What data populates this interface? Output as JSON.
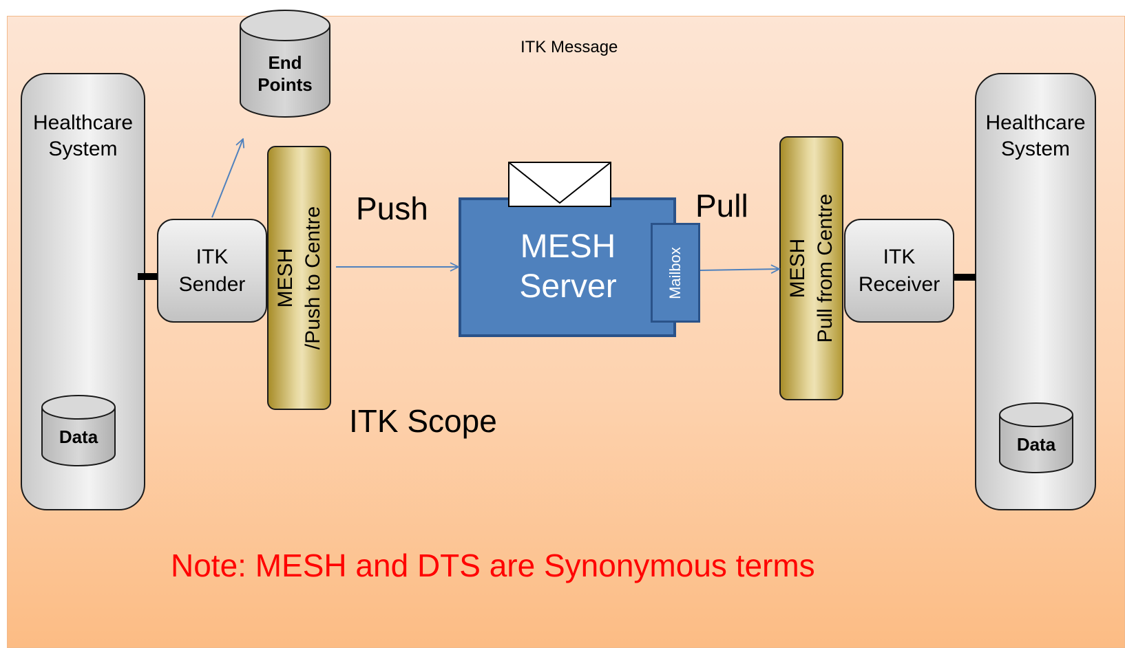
{
  "caption": "ITK Message",
  "left_system": {
    "label": "Healthcare\nSystem",
    "data_label": "Data"
  },
  "right_system": {
    "label": "Healthcare\nSystem",
    "data_label": "Data"
  },
  "end_points": {
    "line1": "End",
    "line2": "Points"
  },
  "itk_sender": {
    "label": "ITK\nSender"
  },
  "itk_receiver": {
    "label": "ITK\nReceiver"
  },
  "mesh_push": {
    "label": "MESH\n/Push to Centre"
  },
  "mesh_pull": {
    "label": "MESH\nPull from Centre"
  },
  "push_label": "Push",
  "pull_label": "Pull",
  "mesh_server": {
    "label": "MESH\nServer",
    "mailbox_label": "Mailbox"
  },
  "itk_scope": "ITK Scope",
  "note": "Note: MESH and DTS are Synonymous terms",
  "colors": {
    "background": "#fdd9bb",
    "mesh_server": "#4f81bd",
    "mesh_bar": "#d9c77e",
    "component_gray": "#d9d9d9",
    "arrow": "#4f81bd",
    "note": "#ff0000"
  }
}
